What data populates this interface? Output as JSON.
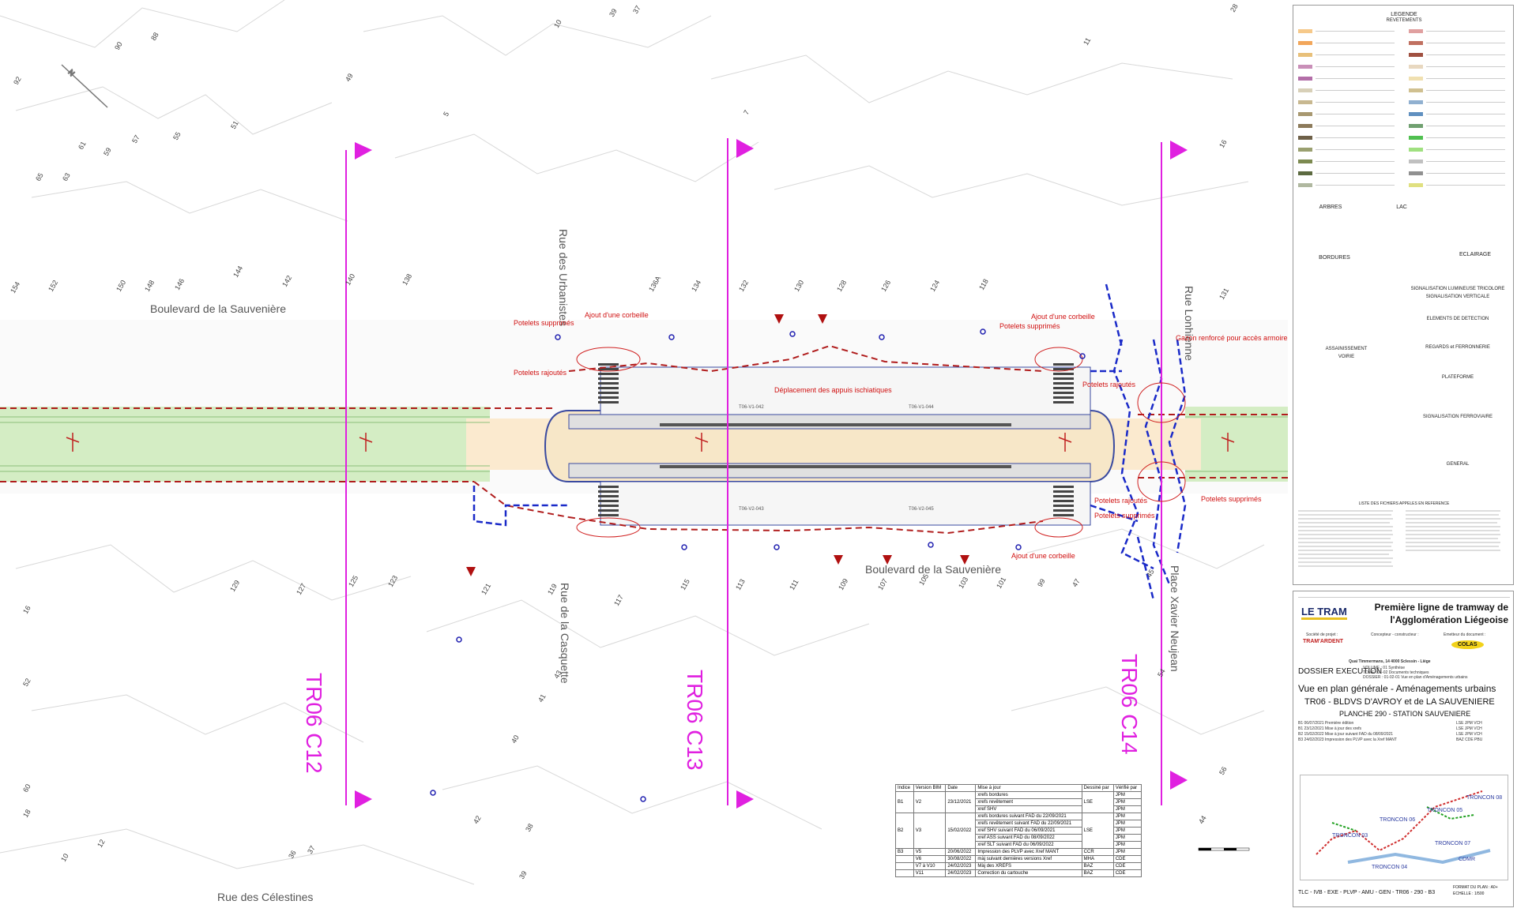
{
  "streets": {
    "sauveniere_top": "Boulevard de la Sauvenière",
    "sauveniere_bottom": "Boulevard de la Sauvenière",
    "urbanistes": "Rue des Urbanistes",
    "lonhienne": "Rue Lonhienne",
    "casquette": "Rue de la Casquette",
    "xavier": "Place Xavier Neujean",
    "celestines": "Rue des Célestines"
  },
  "sections": [
    "TR06 C12",
    "TR06 C13",
    "TR06 C14"
  ],
  "annotations": {
    "corbeille1": "Ajout d'une corbeille",
    "potelets_supp1": "Potelets supprimés",
    "potelets_raj1": "Potelets rajoutés",
    "corbeille2": "Ajout d'une corbeille",
    "potelets_supp2": "Potelets supprimés",
    "gazon": "Gazon renforcé pour accès armoire",
    "deplacement": "Déplacement des appuis ischiatiques",
    "potelets_raj2": "Potelets rajoutés",
    "potelets_raj3": "Potelets rajoutés",
    "potelets_supp3": "Potelets supprimés",
    "potelets_supp4": "Potelets supprimés",
    "corbeille3": "Ajout d'une corbeille"
  },
  "platform_labels": {
    "v1_042": "T06-V1-042",
    "v1_044": "T06-V1-044",
    "v2_043": "T06-V2-043",
    "v2_045": "T06-V2-045"
  },
  "house_numbers": [
    "92",
    "90",
    "88",
    "65",
    "63",
    "61",
    "59",
    "57",
    "55",
    "51",
    "49",
    "5",
    "7",
    "11",
    "10",
    "39",
    "37",
    "28",
    "16",
    "154",
    "152",
    "150",
    "148",
    "146",
    "144",
    "142",
    "140",
    "138",
    "136A",
    "134",
    "132",
    "130",
    "128",
    "126",
    "124",
    "118",
    "131",
    "129",
    "127",
    "125",
    "123",
    "121",
    "119",
    "117",
    "115",
    "113",
    "111",
    "109",
    "107",
    "105",
    "103",
    "101",
    "99",
    "47",
    "45",
    "43",
    "41",
    "40",
    "42",
    "44",
    "56",
    "54",
    "52",
    "60",
    "18",
    "16",
    "10",
    "12",
    "36",
    "37",
    "38",
    "39"
  ],
  "revision_table": {
    "headers": [
      "Indice",
      "Version BIM",
      "Date",
      "Mise à jour",
      "Dessiné par",
      "Vérifié par"
    ],
    "rows": [
      {
        "indice": "B1",
        "version": "V2",
        "date": "23/12/2021",
        "updates": [
          "xrefs bordures",
          "xrefs revêtement",
          "xref SHV"
        ],
        "dessine": "LSE",
        "verifie": [
          "JPM",
          "JPM",
          "JPM"
        ]
      },
      {
        "indice": "B2",
        "version": "V3",
        "date": "15/02/2022",
        "updates": [
          "xrefs bordures suivant FAD du 22/09/2021",
          "xrefs revêtement suivant FAD du 22/09/2021",
          "xref SHV suivant FAD du 06/09/2021",
          "xref ASS suivant FAD du 08/09/2022",
          "xref SLT suivant FAD du 06/09/2022"
        ],
        "dessine": "LSE",
        "verifie": [
          "JPM",
          "JPM",
          "JPM",
          "JPM",
          "JPM"
        ]
      },
      {
        "indice": "B3",
        "version": "V5",
        "date": "20/06/2022",
        "updates": [
          "Impression des PLVP avec Xref MANT"
        ],
        "dessine": "CCR",
        "verifie": [
          "JPM"
        ]
      },
      {
        "indice": "",
        "version": "V6",
        "date": "30/08/2022",
        "updates": [
          "màj suivant dernières versions Xref"
        ],
        "dessine": "MHA",
        "verifie": [
          "CDE"
        ]
      },
      {
        "indice": "",
        "version": "V7 à V10",
        "date": "24/02/2023",
        "updates": [
          "Màj des XREFS"
        ],
        "dessine": "BAZ",
        "verifie": [
          "CDE"
        ]
      },
      {
        "indice": "",
        "version": "V11",
        "date": "24/02/2023",
        "updates": [
          "Correction du cartouche"
        ],
        "dessine": "BAZ",
        "verifie": [
          "CDE"
        ]
      }
    ]
  },
  "legend": {
    "title": "LEGENDE",
    "revetements": "REVETEMENTS",
    "arbres": "ARBRES",
    "lac": "LAC",
    "bordures": "BORDURES",
    "eclairage": "ECLAIRAGE",
    "signal_tricolore": "SIGNALISATION LUMINEUSE TRICOLORE",
    "signal_verticale": "SIGNALISATION VERTICALE",
    "detection": "ELEMENTS DE DETECTION",
    "regards": "REGARDS et FERRONNERIE",
    "assainissement": "ASSAINISSEMENT",
    "voirie": "VOIRIE",
    "plateforme": "PLATEFORME",
    "signal_ferroviaire": "SIGNALISATION FERROVIAIRE",
    "general": "GENERAL",
    "liste": "LISTE DES FICHIERS APPELES EN REFERENCE",
    "colors": [
      "#f6c98a",
      "#f2a65a",
      "#e8c07a",
      "#c98fb8",
      "#b36ea8",
      "#d8d0b8",
      "#c8b890",
      "#a89870",
      "#8c7a5a",
      "#6e6048",
      "#9aa070",
      "#7c8a50",
      "#5c6a40",
      "#b0b8a0",
      "#e0a0a0",
      "#c07060",
      "#a05040",
      "#e8d8c0",
      "#f0e0b0",
      "#d0c090",
      "#90b0d0",
      "#6090c0",
      "#70a070",
      "#50c050",
      "#a0e080",
      "#c0c0c0",
      "#909090",
      "#e0e080"
    ]
  },
  "cartouche": {
    "project_title": "Première ligne de tramway de l'Agglomération Liégeoise",
    "letram": "LE TRAM",
    "societe": "Société de projet :",
    "tramardent": "TRAM'ARDENT",
    "concepteur": "Concepteur - constructeur :",
    "emetteur": "Emetteur du document :",
    "colas": "COLAS",
    "address": "Quai Timmermans, 14 4000 Sclessin - Liège",
    "dossier": "DOSSIER EXECUTION",
    "volume": "VOLUME : 01 Synthèse",
    "tome": "TOME : 01-02 Documents techniques",
    "dossier_sub": "DOSSIER : 01-02-01 Vue en plan d'Aménagements urbains",
    "vue": "Vue en plan générale - Aménagements urbains",
    "tr06": "TR06 - BLDVS D'AVROY et de LA SAUVENIERE",
    "planche": "PLANCHE 290 - STATION SAUVENIERE",
    "revs": [
      {
        "ind": "B1",
        "date": "06/07/2021",
        "obj": "Première édition",
        "a": "LSE",
        "b": "JPM",
        "c": "VCH"
      },
      {
        "ind": "B1",
        "date": "23/12/2021",
        "obj": "Mise à jour des xrefs",
        "a": "LSE",
        "b": "JPM",
        "c": "VCH"
      },
      {
        "ind": "B2",
        "date": "15/02/2022",
        "obj": "Mise à jour suivant FAD du 08/09/2021",
        "a": "LSE",
        "b": "JPM",
        "c": "VCH"
      },
      {
        "ind": "B3",
        "date": "24/02/2023",
        "obj": "Impression des PLVP avec la Xref MANT",
        "a": "BAZ",
        "b": "CDE",
        "c": "PBU"
      }
    ],
    "troncons": [
      "TRONCON 06",
      "TRONCON 08",
      "TRONCON 05",
      "TRONCON 07",
      "TRONCON 03",
      "TRONCON 04",
      "CDMR"
    ],
    "code": "TLC - IVB - EXE - PLVP - AMU - GEN - TR06 - 290 - B3",
    "format": "FORMAT DU PLAN : A0+",
    "echelle": "ECHELLE : 1/500"
  }
}
